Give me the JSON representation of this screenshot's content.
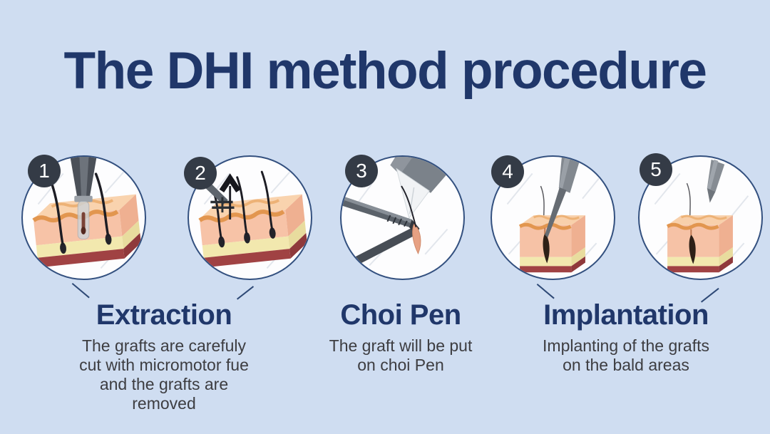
{
  "title": "The DHI method procedure",
  "steps": [
    {
      "number": "1",
      "alt": "micromotor punch cutting a graft in the skin"
    },
    {
      "number": "2",
      "alt": "forceps pulling the cut graft upward out of the skin"
    },
    {
      "number": "3",
      "alt": "graft being placed into the choi pen tip with tweezers"
    },
    {
      "number": "4",
      "alt": "choi pen implanting the graft into the bald area"
    },
    {
      "number": "5",
      "alt": "implanted graft left in the skin"
    }
  ],
  "sections": [
    {
      "heading": "Extraction",
      "body": "The grafts are carefuly\ncut with micromotor fue\nand the grafts are\nremoved"
    },
    {
      "heading": "Choi Pen",
      "body": "The graft will be put\non choi Pen"
    },
    {
      "heading": "Implantation",
      "body": "Implanting of the grafts\non the bald areas"
    }
  ],
  "colors": {
    "background": "#cfddf1",
    "title_text": "#20376a",
    "heading_text": "#20376a",
    "body_text": "#3d3d41",
    "badge_background": "#343b46",
    "badge_text": "#ffffff",
    "circle_border": "#33507f",
    "circle_fill": "#fdfdfe",
    "leader_line": "#2e4976"
  }
}
